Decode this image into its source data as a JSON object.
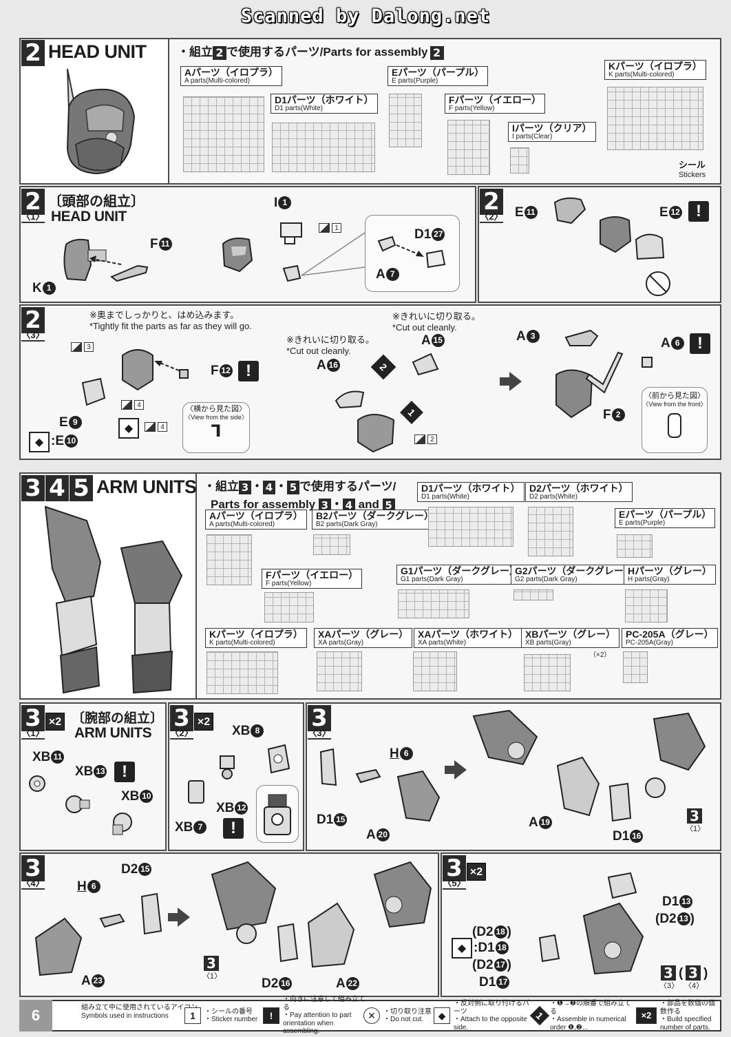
{
  "header": {
    "scanner": "Scanned by Dalong.net"
  },
  "step2": {
    "num": "2",
    "title": "HEAD UNIT",
    "parts_heading": "・組立",
    "parts_heading_num": "2",
    "parts_heading_rest": "で使用するパーツ/Parts for assembly",
    "parts_heading_num2": "2",
    "parts": [
      {
        "jp": "Aパーツ（イロプラ）",
        "en": "A parts(Multi-colored)"
      },
      {
        "jp": "D1パーツ（ホワイト）",
        "en": "D1 parts(White)"
      },
      {
        "jp": "Eパーツ（パープル）",
        "en": "E parts(Purple)"
      },
      {
        "jp": "Fパーツ（イエロー）",
        "en": "F parts(Yellow)"
      },
      {
        "jp": "Iパーツ（クリア）",
        "en": "I parts(Clear)"
      },
      {
        "jp": "Kパーツ（イロプラ）",
        "en": "K parts(Multi-colored)"
      }
    ],
    "stickers_jp": "シール",
    "stickers_en": "Stickers"
  },
  "step2_1": {
    "num": "2",
    "sub": "〈1〉",
    "jp": "〔頭部の組立〕",
    "en": "HEAD UNIT",
    "labels": {
      "k": "K",
      "k_n": "1",
      "f": "F",
      "f_n": "11",
      "i": "I",
      "i_n": "1",
      "d1": "D1",
      "d1_n": "27",
      "a": "A",
      "a_n": "7"
    },
    "sticker": "1"
  },
  "step2_2": {
    "num": "2",
    "sub": "〈2〉",
    "labels": {
      "e11": "E",
      "e11_n": "11",
      "e12": "E",
      "e12_n": "12"
    },
    "warn": "!"
  },
  "step2_3": {
    "num": "2",
    "sub": "〈3〉",
    "note1_jp": "※奥までしっかりと、はめ込みます。",
    "note1_en": "*Tightly fit the parts as far as they will go.",
    "note2_jp": "※きれいに切り取る。",
    "note2_en": "*Cut out cleanly.",
    "note3_jp": "※きれいに切り取る。",
    "note3_en": "*Cut out cleanly.",
    "view_side_jp": "〈横から見た図〉",
    "view_side_en": "〈View from the side〉",
    "view_front_jp": "〈前から見た図〉",
    "view_front_en": "〈View from the front〉",
    "labels": {
      "e9": "E",
      "e9_n": "9",
      "e10": ":E",
      "e10_n": "10",
      "f12": "F",
      "f12_n": "12",
      "a16": "A",
      "a16_n": "16",
      "a15": "A",
      "a15_n": "15",
      "a3": "A",
      "a3_n": "3",
      "a6": "A",
      "a6_n": "6",
      "f2": "F",
      "f2_n": "2",
      "order1": "1",
      "order2": "2"
    },
    "stickers": {
      "s3": "3",
      "s4": "4",
      "s4b": "4",
      "s2": "2"
    }
  },
  "step345": {
    "nums": [
      "3",
      "4",
      "5"
    ],
    "title": "ARM UNITS",
    "heading_a": "・組立",
    "heading_dot": "・",
    "heading_b": "で使用するパーツ/",
    "heading_c": "Parts for assembly",
    "heading_and": "and",
    "parts": [
      {
        "jp": "Aパーツ（イロプラ）",
        "en": "A parts(Multi-colored)"
      },
      {
        "jp": "B2パーツ（ダークグレー）",
        "en": "B2 parts(Dark Gray)"
      },
      {
        "jp": "D1パーツ（ホワイト）",
        "en": "D1 parts(White)"
      },
      {
        "jp": "D2パーツ（ホワイト）",
        "en": "D2 parts(White)"
      },
      {
        "jp": "Eパーツ（パープル）",
        "en": "E parts(Purple)"
      },
      {
        "jp": "Fパーツ（イエロー）",
        "en": "F parts(Yellow)"
      },
      {
        "jp": "G1パーツ（ダークグレー）",
        "en": "G1 parts(Dark Gray)"
      },
      {
        "jp": "G2パーツ（ダークグレー）",
        "en": "G2 parts(Dark Gray)"
      },
      {
        "jp": "Hパーツ（グレー）",
        "en": "H parts(Gray)"
      },
      {
        "jp": "Kパーツ（イロプラ）",
        "en": "K parts(Multi-colored)"
      },
      {
        "jp": "XAパーツ（グレー）",
        "en": "XA parts(Gray)"
      },
      {
        "jp": "XAパーツ（ホワイト）",
        "en": "XA parts(White)"
      },
      {
        "jp": "XBパーツ（グレー）",
        "en": "XB parts(Gray)"
      },
      {
        "jp": "PC-205A（グレー）",
        "en": "PC-205A(Gray)"
      }
    ],
    "xb_count": "（×2）"
  },
  "step3_1": {
    "num": "3",
    "sub": "〈1〉",
    "x2": "×2",
    "jp": "〔腕部の組立〕",
    "en": "ARM UNITS",
    "labels": {
      "xb11": "XB",
      "xb11_n": "11",
      "xb13": "XB",
      "xb13_n": "13",
      "xb10": "XB",
      "xb10_n": "10"
    }
  },
  "step3_2": {
    "num": "3",
    "sub": "〈2〉",
    "x2": "×2",
    "labels": {
      "xb8": "XB",
      "xb8_n": "8",
      "xb12": "XB",
      "xb12_n": "12",
      "xb7": "XB",
      "xb7_n": "7"
    }
  },
  "step3_3": {
    "num": "3",
    "sub": "〈3〉",
    "labels": {
      "h6": "H",
      "h6_n": "6",
      "d1_15": "D1",
      "d1_15_n": "15",
      "a20": "A",
      "a20_n": "20",
      "a19": "A",
      "a19_n": "19",
      "d1_16": "D1",
      "d1_16_n": "16"
    },
    "ref_num": "3",
    "ref_sub": "〈1〉"
  },
  "step3_4": {
    "num": "3",
    "sub": "〈4〉",
    "labels": {
      "h6": "H",
      "h6_n": "6",
      "d2_15": "D2",
      "d2_15_n": "15",
      "a23": "A",
      "a23_n": "23",
      "d2_16": "D2",
      "d2_16_n": "16",
      "a22": "A",
      "a22_n": "22"
    },
    "ref_num": "3",
    "ref_sub": "〈1〉"
  },
  "step3_5": {
    "num": "3",
    "sub": "〈5〉",
    "x2": "×2",
    "labels": {
      "d1_13": "D1",
      "d1_13_n": "13",
      "d2_13": "(D2",
      "d2_13_n": "13",
      "d2_13_c": ")",
      "d2_18": "(D2",
      "d2_18_n": "18",
      "d2_18_c": ")",
      "d1_18": ":D1",
      "d1_18_n": "18",
      "d2_17": "(D2",
      "d2_17_n": "17",
      "d2_17_c": ")",
      "d1_17": "D1",
      "d1_17_n": "17"
    },
    "ref3": "3",
    "ref3_sub": "〈3〉",
    "ref4": "3",
    "ref4_sub": "〈4〉",
    "paren_open": "(",
    "paren_close": ")"
  },
  "legend": {
    "page": "6",
    "title_jp": "組み立て中に使用されているアイコン",
    "title_en": "Symbols used in instructions",
    "items": [
      {
        "icon": "1",
        "jp": "・シールの番号",
        "en": "・Sticker number"
      },
      {
        "icon": "!",
        "jp": "・向きに注意して組み立てる",
        "en": "・Pay attention to part orientation when assembling."
      },
      {
        "icon": "✕",
        "jp": "・切り取り注意",
        "en": "・Do not cut."
      },
      {
        "icon": "◆",
        "jp": "・反対側に取り付けるパーツ",
        "en": "・Attach to the opposite side."
      },
      {
        "icon": "1",
        "jp": "・❶→❷の順番で組み立てる",
        "en": "・Assemble in numerical order ❶,❷..."
      },
      {
        "icon": "×2",
        "jp": "・部品を数個の個数作る",
        "en": "・Build specified number of parts."
      }
    ]
  }
}
